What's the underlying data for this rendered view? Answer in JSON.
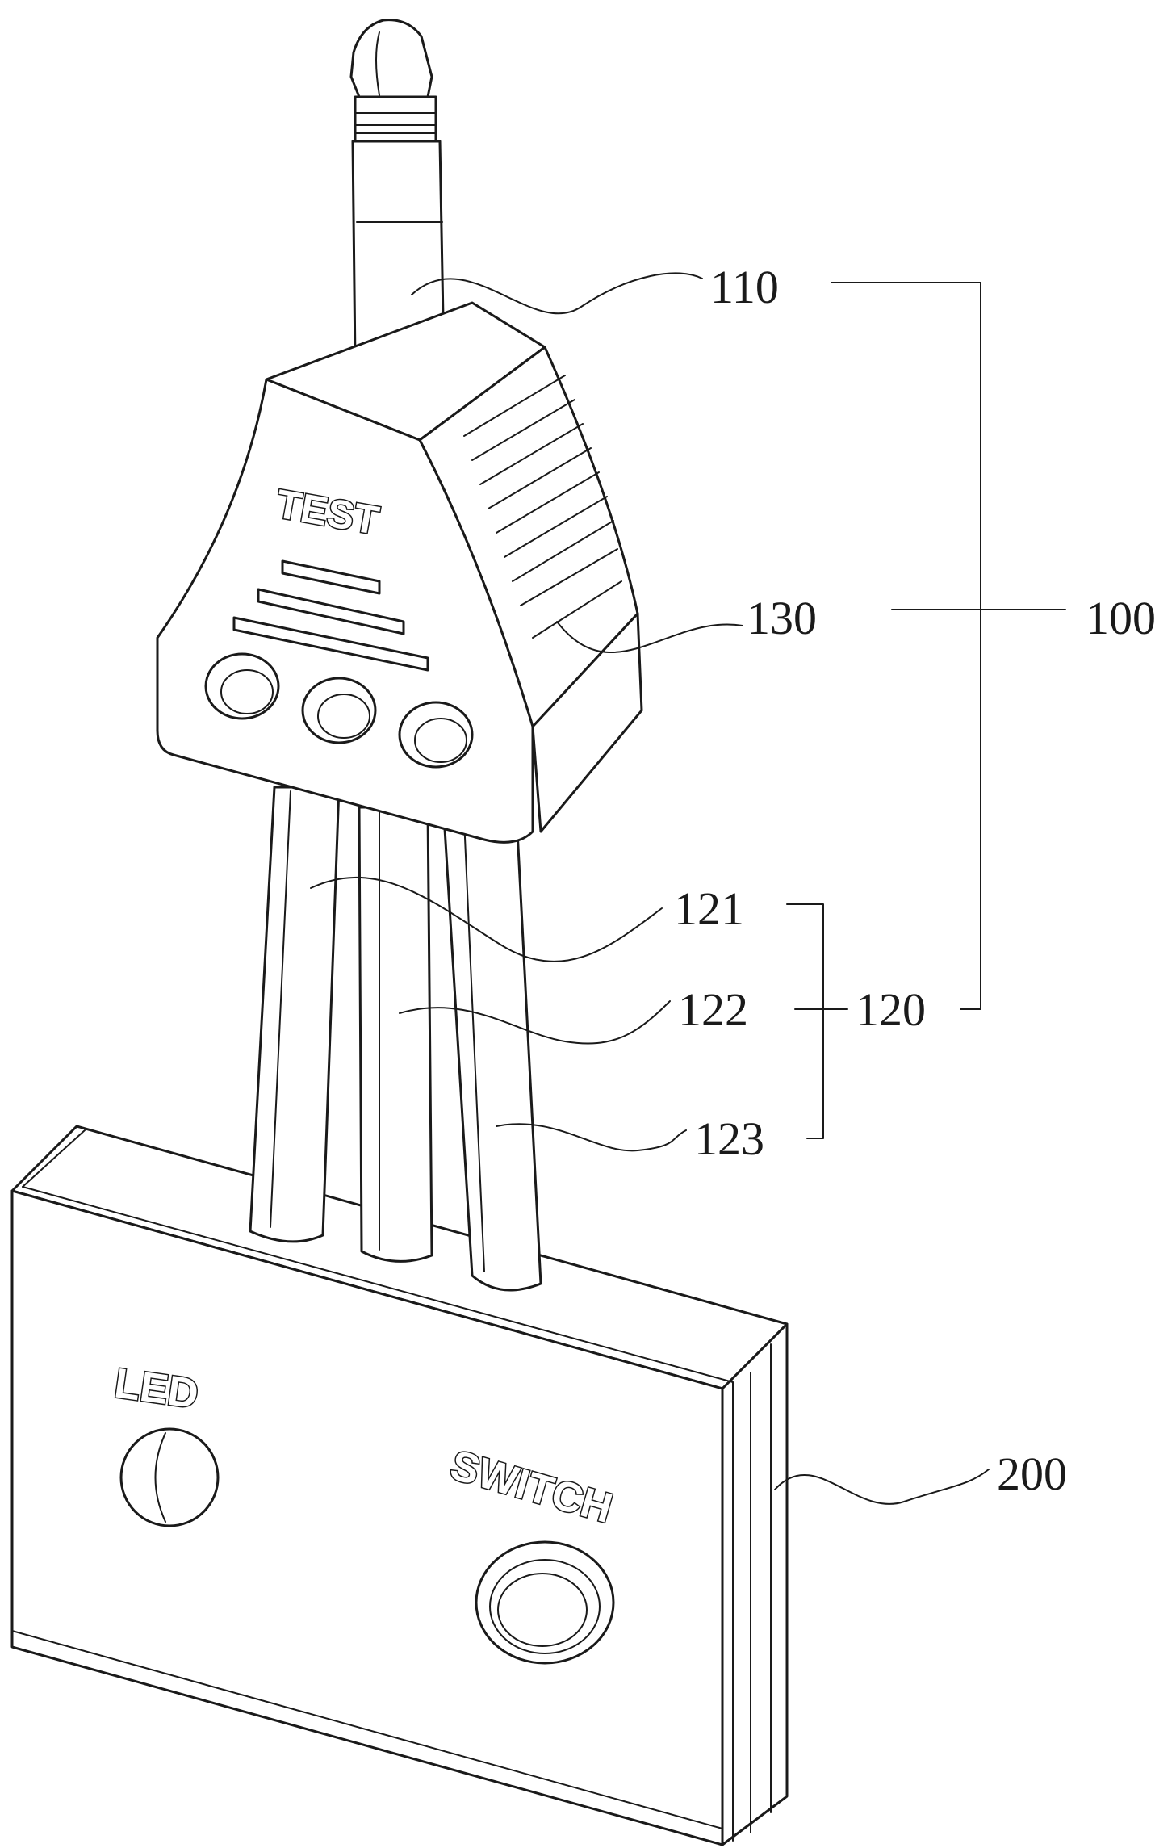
{
  "reference_numerals": {
    "plug": "110",
    "housing": "130",
    "assembly": "100",
    "wire_1": "121",
    "wire_2": "122",
    "wire_group": "120",
    "wire_3": "123",
    "box": "200"
  },
  "engraved_labels": {
    "housing": "TEST",
    "indicator": "LED",
    "button": "SWITCH"
  },
  "colors": {
    "line": "#1a1a1a",
    "background": "#ffffff"
  }
}
